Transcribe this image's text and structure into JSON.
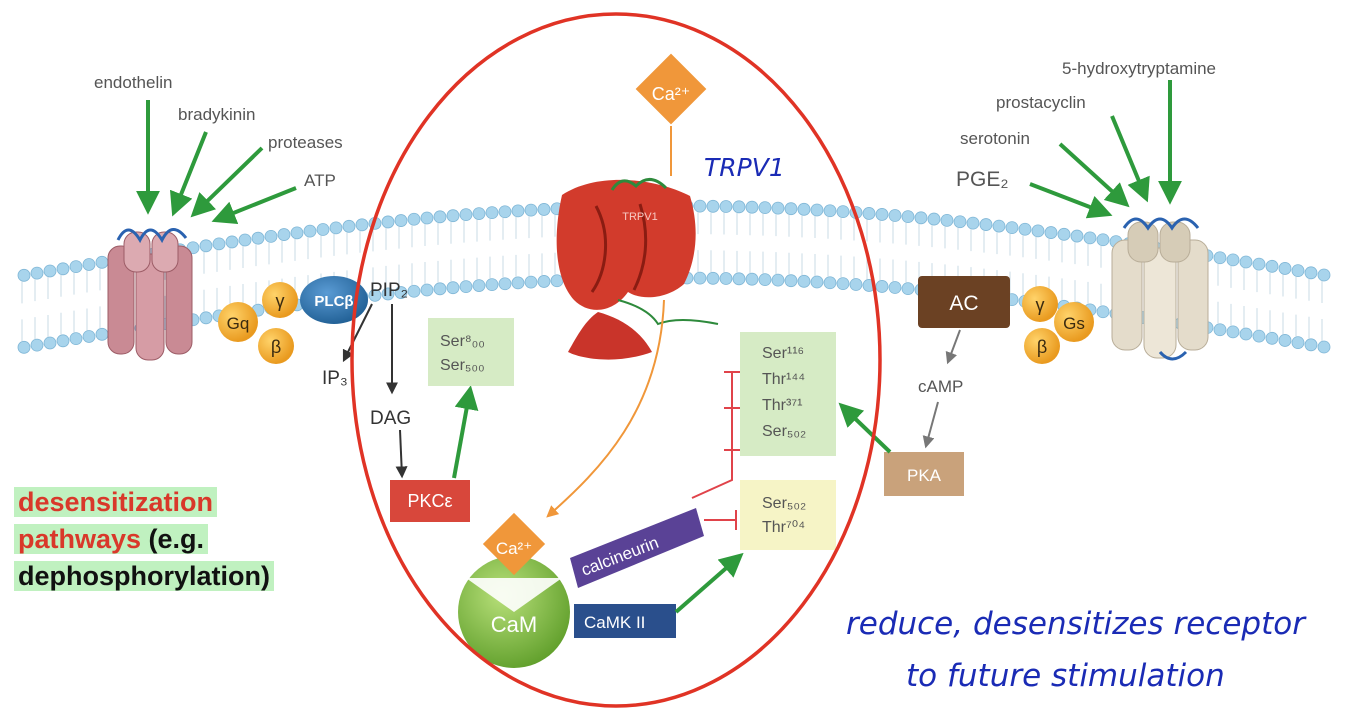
{
  "ligands_left": [
    "endothelin",
    "bradykinin",
    "proteases",
    "ATP"
  ],
  "ligands_right": [
    "5-hydroxytryptamine",
    "prostacyclin",
    "serotonin",
    "PGE₂"
  ],
  "left_pathway": {
    "gq": "Gq",
    "gamma": "γ",
    "beta": "β",
    "plc": "PLCβ",
    "pip2": "PIP₂",
    "ip3": "IP₃",
    "dag": "DAG",
    "pkc": "PKCε",
    "pkc_sites": [
      "Ser⁸₀₀",
      "Ser₅₀₀"
    ]
  },
  "channel": {
    "label": "TRPV1",
    "handwritten_label": "TRPV1",
    "ca_top": "Ca²⁺",
    "ca_bottom": "Ca²⁺",
    "cam": "CaM",
    "calcineurin": "calcineurin",
    "camk": "CaMK II"
  },
  "right_pathway": {
    "ac": "AC",
    "camp": "cAMP",
    "pka": "PKA",
    "gs": "Gs",
    "gamma": "γ",
    "beta": "β",
    "pka_sites": [
      "Ser¹¹⁶",
      "Thr¹⁴⁴",
      "Thr³⁷¹",
      "Ser₅₀₂"
    ],
    "camk_sites": [
      "Ser₅₀₂",
      "Thr⁷⁰⁴"
    ]
  },
  "annotation": {
    "line1": "desensitization",
    "line2_red": "pathways",
    "line2_rest": " (e.g.",
    "line3": "dephosphorylation)"
  },
  "handwritten_note": {
    "line1": "reduce, desensitizes receptor",
    "line2": "to future stimulation"
  },
  "colors": {
    "ellipse": "#e03325",
    "handwriting": "#1a2bb5",
    "arrow_green": "#2e9a3c",
    "pkc": "#d8473b",
    "calcineurin": "#5a4296",
    "camk": "#2a4f8c",
    "cam": "#7cb83a",
    "ca": "#f0973a",
    "ac": "#6b4123",
    "pka": "#c9a27b",
    "lipid": "#a8d4ec"
  }
}
